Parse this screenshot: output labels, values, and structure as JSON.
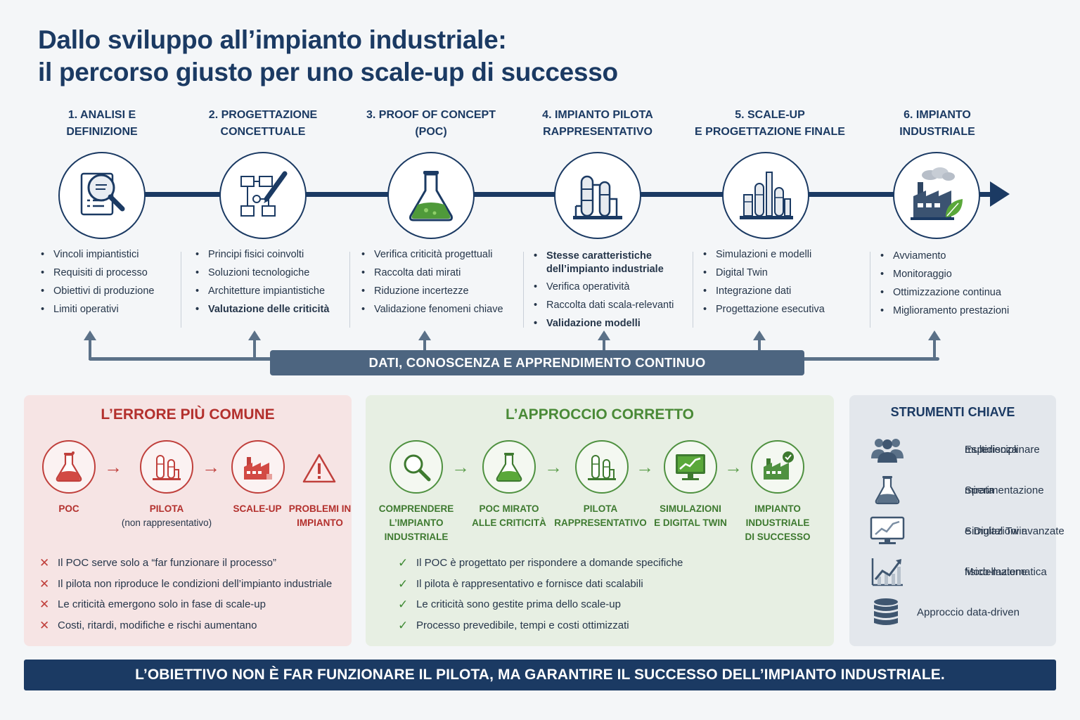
{
  "title": {
    "line1": "Dallo sviluppo all’impianto industriale:",
    "line2": "il percorso giusto per uno scale-up di successo"
  },
  "steps": [
    {
      "head1": "1. ANALISI E",
      "head2": "DEFINIZIONE",
      "icon": "magnifier-document-icon",
      "items": [
        "Vincoli impiantistici",
        "Requisiti di processo",
        "Obiettivi di produzione",
        "Limiti operativi"
      ]
    },
    {
      "head1": "2. PROGETTAZIONE",
      "head2": "CONCETTUALE",
      "icon": "flowchart-pen-icon",
      "items": [
        "Principi fisici coinvolti",
        "Soluzioni tecnologiche",
        "Architetture impiantistiche",
        "Valutazione delle criticità"
      ]
    },
    {
      "head1": "3. PROOF OF CONCEPT",
      "head2": "(POC)",
      "icon": "flask-icon",
      "items": [
        "Verifica criticità progettuali",
        "Raccolta dati mirati",
        "Riduzione incertezze",
        "Validazione fenomeni chiave"
      ]
    },
    {
      "head1": "4. IMPIANTO PILOTA",
      "head2": "RAPPRESENTATIVO",
      "icon": "pilot-plant-icon",
      "items": [
        "Stesse caratteristiche",
        "dell’impianto industriale",
        "Verifica operatività",
        "Raccolta dati scala-relevanti",
        "Validazione modelli"
      ]
    },
    {
      "head1": "5. SCALE-UP",
      "head2": "E PROGETTAZIONE FINALE",
      "icon": "refinery-icon",
      "items": [
        "Simulazioni e modelli",
        "Digital Twin",
        "Integrazione dati",
        "Progettazione esecutiva"
      ]
    },
    {
      "head1": "6. IMPIANTO",
      "head2": "INDUSTRIALE",
      "icon": "factory-leaf-icon",
      "items": [
        "Avviamento",
        "Monitoraggio",
        "Ottimizzazione continua",
        "Miglioramento prestazioni"
      ]
    }
  ],
  "feedback_label": "DATI, CONOSCENZA E APPRENDIMENTO CONTINUO",
  "wrong": {
    "title": "L’ERRORE PIÙ COMUNE",
    "flow": [
      {
        "label": "POC",
        "sub": "",
        "icon": "flask-icon"
      },
      {
        "label": "PILOTA",
        "sub": "(non rappresentativo)",
        "icon": "pilot-plant-icon"
      },
      {
        "label": "SCALE-UP",
        "sub": "",
        "icon": "factory-icon"
      },
      {
        "label1": "PROBLEMI IN",
        "label2": "IMPIANTO",
        "icon": "warning-icon"
      }
    ],
    "points": [
      "Il POC serve solo a “far funzionare il processo”",
      "Il pilota non riproduce le condizioni dell’impianto industriale",
      "Le criticità emergono solo in fase di scale-up",
      "Costi, ritardi, modifiche e rischi aumentano"
    ],
    "mark": "✕",
    "color": "#c0403c"
  },
  "right": {
    "title": "L’APPROCCIO CORRETTO",
    "flow": [
      {
        "l1": "COMPRENDERE",
        "l2": "L’IMPIANTO",
        "l3": "INDUSTRIALE",
        "icon": "magnifier-icon"
      },
      {
        "l1": "POC MIRATO",
        "l2": "ALLE CRITICITÀ",
        "l3": "",
        "icon": "flask-icon"
      },
      {
        "l1": "PILOTA",
        "l2": "RAPPRESENTATIVO",
        "l3": "",
        "icon": "pilot-plant-icon"
      },
      {
        "l1": "SIMULAZIONI",
        "l2": "E DIGITAL TWIN",
        "l3": "",
        "icon": "monitor-chart-icon"
      },
      {
        "l1": "IMPIANTO",
        "l2": "INDUSTRIALE",
        "l3": "DI SUCCESSO",
        "icon": "factory-check-icon"
      }
    ],
    "points": [
      "Il POC è progettato per rispondere a domande specifiche",
      "Il pilota è rappresentativo e fornisce dati scalabili",
      "Le criticità sono gestite prima dello scale-up",
      "Processo prevedibile, tempi e costi ottimizzati"
    ],
    "mark": "✓",
    "color": "#3e8a33"
  },
  "tools": {
    "title": "STRUMENTI CHIAVE",
    "items": [
      {
        "l1": "Esperienza",
        "l2": "multidisciplinare",
        "icon": "team-icon"
      },
      {
        "l1": "Sperimentazione",
        "l2": "mirata",
        "icon": "flask-icon"
      },
      {
        "l1": "Simulazioni avanzate",
        "l2": "e Digital Twin",
        "icon": "monitor-chart-icon"
      },
      {
        "l1": "Modellazione",
        "l2": "fisico-matematica",
        "icon": "growth-chart-icon"
      },
      {
        "l1": "Approccio data-driven",
        "l2": "",
        "icon": "database-icon"
      }
    ]
  },
  "banner": "L’OBIETTIVO NON È FAR FUNZIONARE IL PILOTA, MA GARANTIRE IL SUCCESSO DELL’IMPIANTO INDUSTRIALE.",
  "colors": {
    "navy": "#1b3a63",
    "red": "#c0403c",
    "green": "#4f9140",
    "steel": "#5b7188"
  }
}
